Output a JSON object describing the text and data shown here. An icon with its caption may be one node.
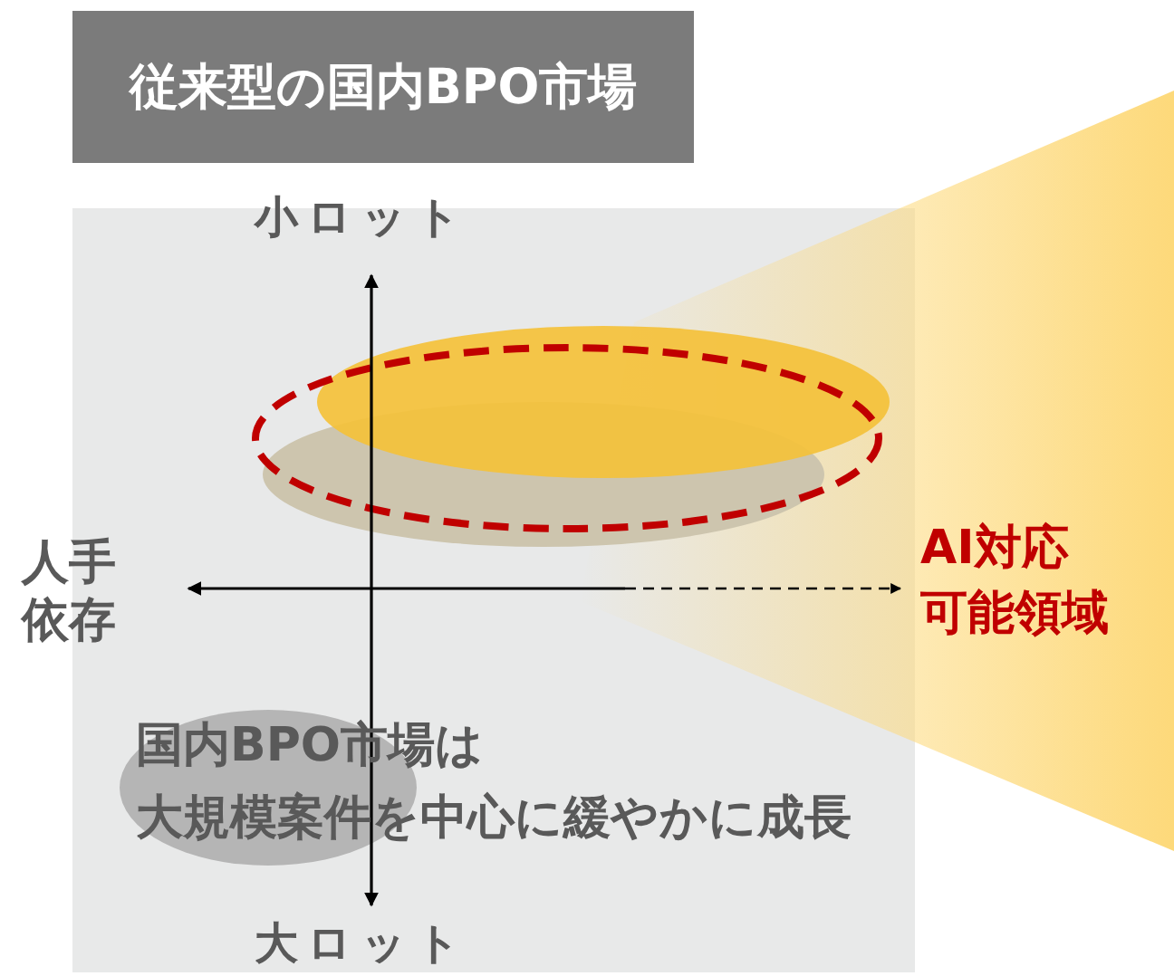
{
  "diagram": {
    "title": "従来型の国内BPO市場",
    "labels": [
      "小ロット",
      "人手依存",
      "AI対応可能領域",
      "国内BPO市場は大規模案件を中心に緩やかに成長",
      "大ロット"
    ]
  }
}
